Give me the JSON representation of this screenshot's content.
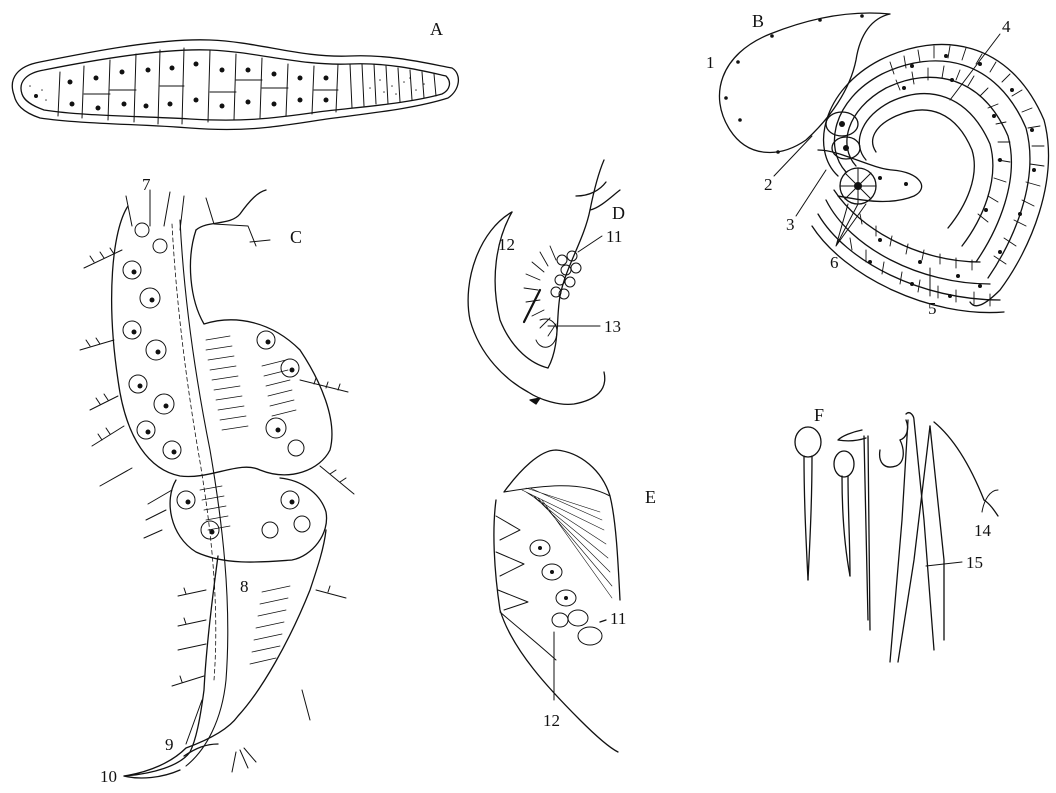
{
  "panels": {
    "A": "A",
    "B": "B",
    "C": "C",
    "D": "D",
    "E": "E",
    "F": "F"
  },
  "numbers": {
    "n1": "1",
    "n2": "2",
    "n3": "3",
    "n4": "4",
    "n5": "5",
    "n6": "6",
    "n7": "7",
    "n8": "8",
    "n9": "9",
    "n10": "10",
    "n11_d": "11",
    "n12_d": "12",
    "n13": "13",
    "n11_e": "11",
    "n12_e": "12",
    "n14": "14",
    "n15": "15"
  },
  "colors": {
    "ink": "#111111",
    "paper": "#ffffff"
  }
}
